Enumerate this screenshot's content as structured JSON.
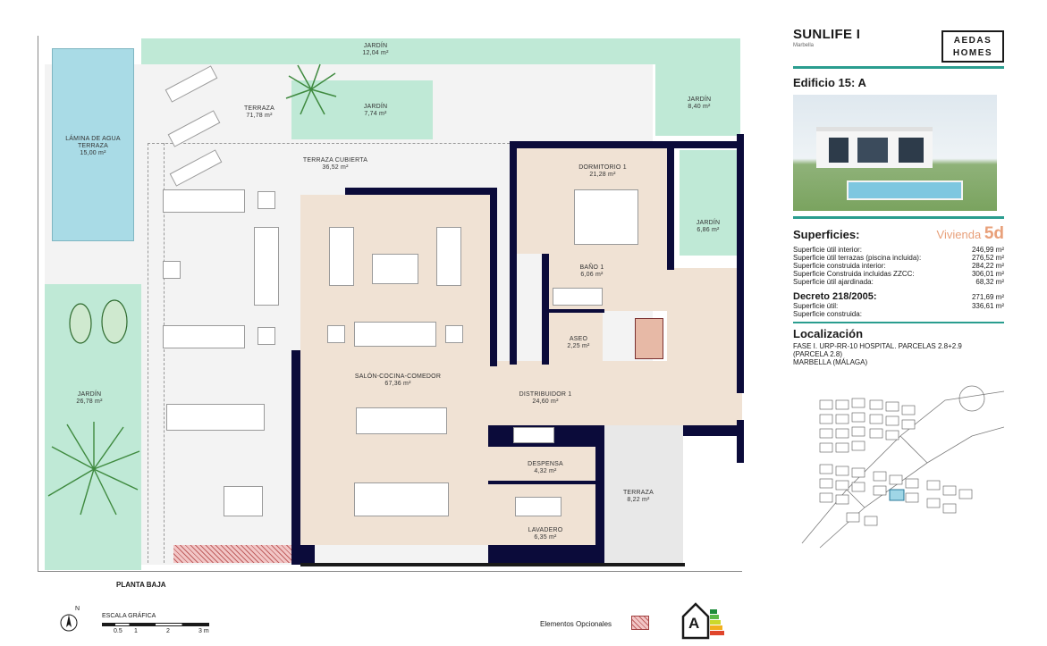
{
  "plan": {
    "floor_title": "PLANTA BAJA",
    "rooms": [
      {
        "id": "jardin-top",
        "name": "JARDÍN",
        "area": "12,04 m²"
      },
      {
        "id": "jardin-center",
        "name": "JARDÍN",
        "area": "7,74 m²"
      },
      {
        "id": "jardin-right",
        "name": "JARDÍN",
        "area": "8,40 m²"
      },
      {
        "id": "terraza",
        "name": "TERRAZA",
        "area": "71,78 m²"
      },
      {
        "id": "lamina",
        "name": "LÁMINA DE AGUA TERRAZA",
        "area": "15,00 m²"
      },
      {
        "id": "terraza-cubierta",
        "name": "TERRAZA CUBIERTA",
        "area": "36,52 m²"
      },
      {
        "id": "dormitorio",
        "name": "DORMITORIO 1",
        "area": "21,28 m²"
      },
      {
        "id": "jardin-small",
        "name": "JARDÍN",
        "area": "6,86 m²"
      },
      {
        "id": "bano",
        "name": "BAÑO 1",
        "area": "6,06 m²"
      },
      {
        "id": "aseo",
        "name": "ASEO",
        "area": "2,25 m²"
      },
      {
        "id": "salon",
        "name": "SALÓN-COCINA-COMEDOR",
        "area": "67,36 m²"
      },
      {
        "id": "distribuidor",
        "name": "DISTRIBUIDOR 1",
        "area": "24,60 m²"
      },
      {
        "id": "jardin-left",
        "name": "JARDÍN",
        "area": "26,78 m²"
      },
      {
        "id": "despensa",
        "name": "DESPENSA",
        "area": "4,32 m²"
      },
      {
        "id": "terraza-2",
        "name": "TERRAZA",
        "area": "8,22 m²"
      },
      {
        "id": "lavadero",
        "name": "LAVADERO",
        "area": "6,35 m²"
      }
    ]
  },
  "footer": {
    "north": "N",
    "scale_title": "ESCALA GRÁFICA",
    "scale_ticks": [
      "0.5",
      "1",
      "2",
      "3 m"
    ],
    "optional_label": "Elementos Opcionales",
    "energy_rating": "A"
  },
  "panel": {
    "project": "SUNLIFE I",
    "city": "Marbella",
    "logo_line1": "AEDAS",
    "logo_line2": "HOMES",
    "building": "Edificio 15: A",
    "superficies_title": "Superficies:",
    "vivienda_label": "Vivienda",
    "vivienda_code": "5d",
    "superficies": [
      {
        "label": "Superficie útil interior:",
        "value": "246,99 m²"
      },
      {
        "label": "Superficie útil terrazas (piscina incluida):",
        "value": "276,52 m²"
      },
      {
        "label": "Superficie construida interior:",
        "value": "284,22 m²"
      },
      {
        "label": "Superficie Construida incluidas ZZCC:",
        "value": "306,01 m²"
      },
      {
        "label": "Superficie útil ajardinada:",
        "value": "68,32 m²"
      }
    ],
    "decreto_title": "Decreto 218/2005:",
    "decreto": [
      {
        "label": "Superficie útil:",
        "value": "271,69 m²"
      },
      {
        "label": "Superficie construida:",
        "value": "336,61 m²"
      }
    ],
    "localizacion_title": "Localización",
    "localizacion_lines": [
      "FASE I. URP-RR-10 HOSPITAL. PARCELAS 2.8+2.9",
      "(PARCELA 2.8)",
      "MARBELLA (MÁLAGA)"
    ]
  },
  "colors": {
    "garden": "#bfe9d6",
    "water": "#a9dbe6",
    "interior": "#f0e2d4",
    "terrace": "#f3f3f3",
    "wall": "#0b0b3a",
    "accent": "#2a9d8f",
    "vivienda": "#e8a07a"
  }
}
